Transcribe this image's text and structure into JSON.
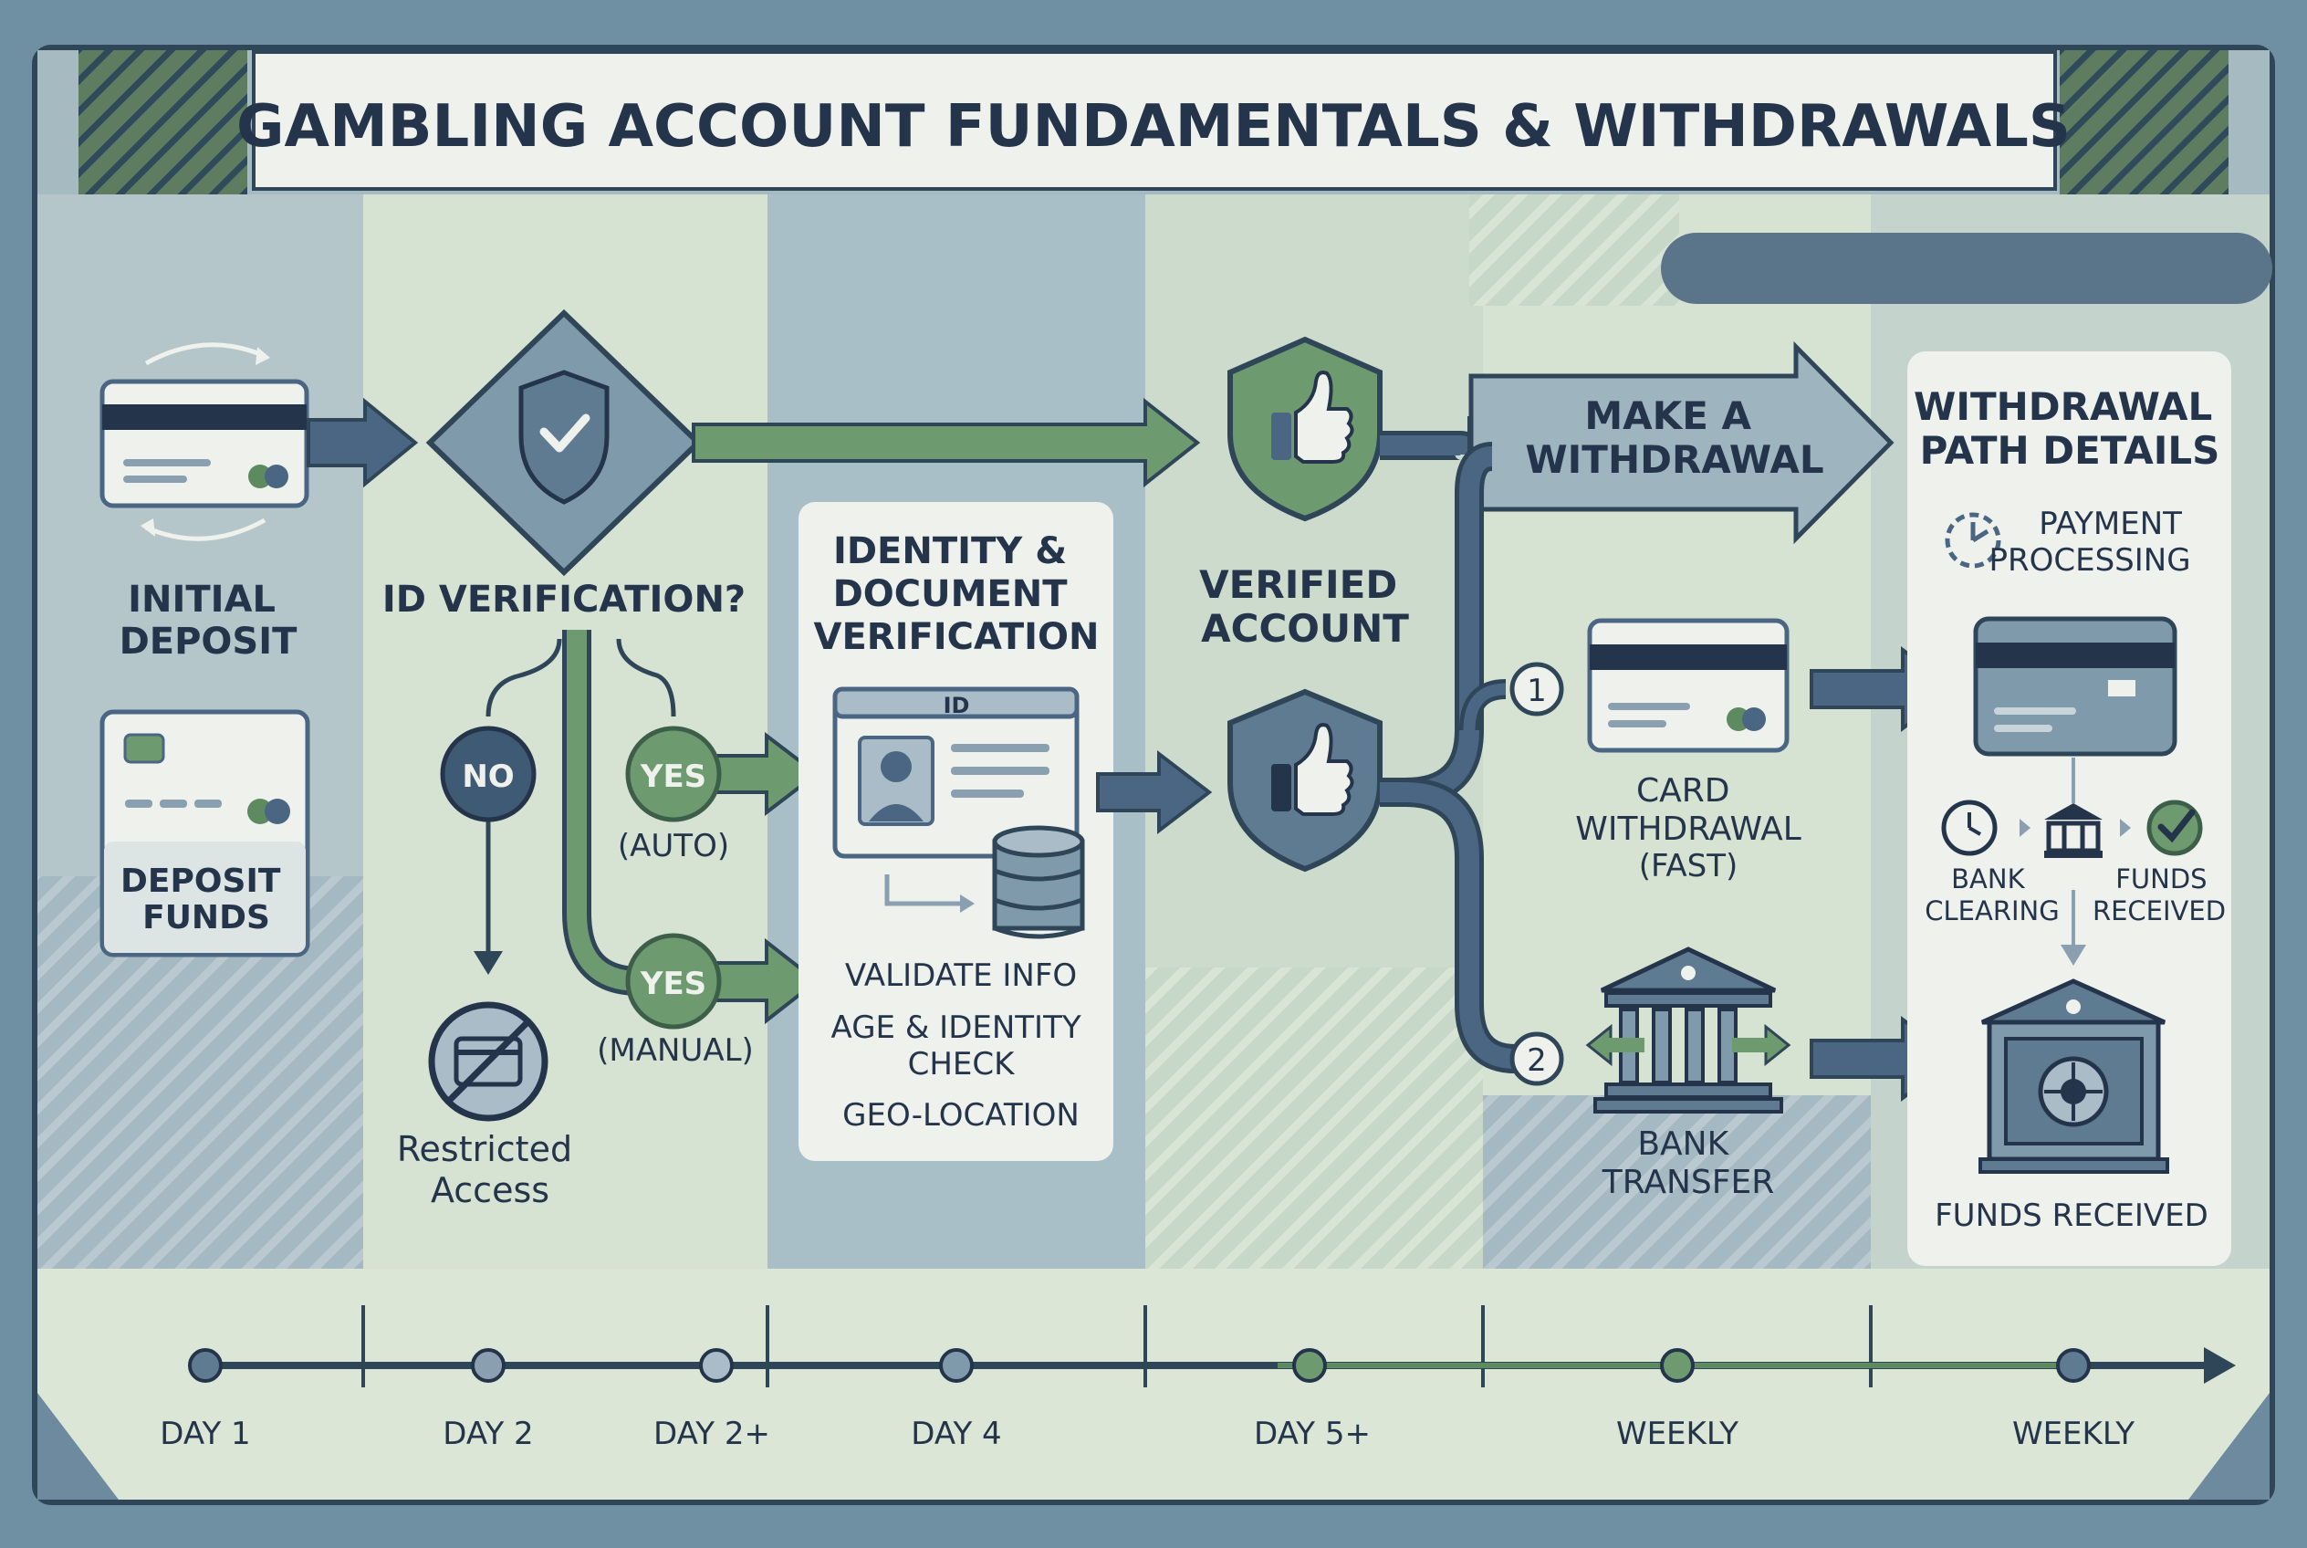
{
  "title": "GAMBLING ACCOUNT FUNDAMENTALS & WITHDRAWALS",
  "steps": {
    "initial_deposit": "INITIAL\nDEPOSIT",
    "deposit_funds": "DEPOSIT\nFUNDS",
    "id_verification": "ID VERIFICATION?",
    "no": "NO",
    "yes": "YES",
    "auto": "(AUTO)",
    "manual": "(MANUAL)",
    "restricted_access": "Restricted\nAccess",
    "identity_doc_verification": "IDENTITY &\nDOCUMENT\nVERIFICATION",
    "id_card_tag": "ID",
    "validate_info": "VALIDATE INFO",
    "age_identity_check": "AGE & IDENTITY\nCHECK",
    "geo_location": "GEO-LOCATION",
    "verified_account": "VERIFIED\nACCOUNT",
    "make_withdrawal": "MAKE A\nWITHDRAWAL",
    "option_1": "1",
    "option_2": "2",
    "card_withdrawal": "CARD\nWITHDRAWAL",
    "fast": "(FAST)",
    "bank_transfer": "BANK\nTRANSFER"
  },
  "details_panel": {
    "title": "WITHDRAWAL\nPATH DETAILS",
    "payment_processing": "PAYMENT\nPROCESSING",
    "bank_clearing": "BANK\nCLEARING",
    "funds_received_small": "FUNDS\nRECEIVED",
    "funds_received": "FUNDS RECEIVED"
  },
  "timeline": [
    "DAY 1",
    "DAY 2",
    "DAY 2+",
    "DAY 4",
    "DAY 5+",
    "WEEKLY",
    "WEEKLY"
  ],
  "colors": {
    "navy": "#24344a",
    "steel": "#4a6683",
    "green": "#5d8a5e",
    "light_green": "#8fb58a",
    "panel": "#eef1ec",
    "pale_bg": "#dbe6d6"
  }
}
